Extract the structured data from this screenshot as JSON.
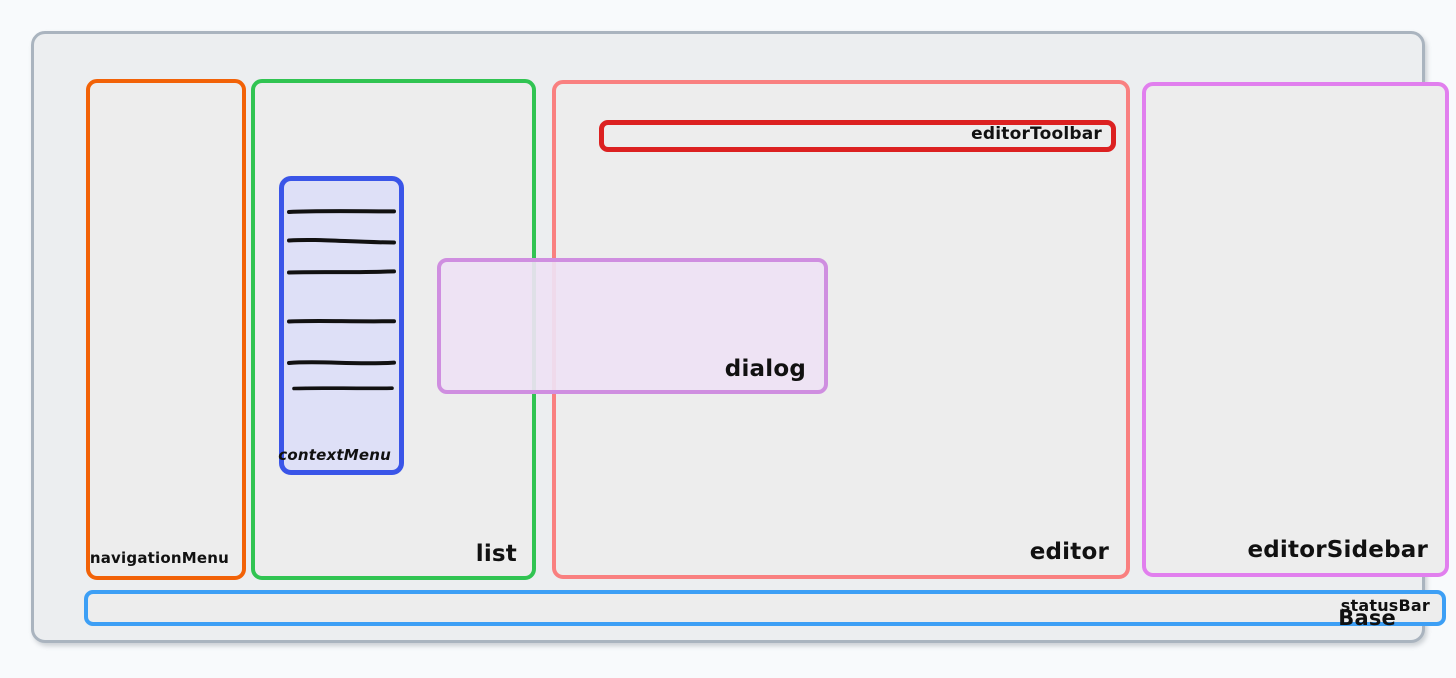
{
  "diagram": {
    "title": "Base",
    "background_color": "#f8fafc",
    "regions": [
      {
        "key": "base",
        "label": "Base",
        "border_color": "#aab4bf",
        "fill_color": "#eceef0"
      },
      {
        "key": "navigationMenu",
        "label": "navigationMenu",
        "border_color": "#f26207",
        "fill_color": "#ededed"
      },
      {
        "key": "list",
        "label": "list",
        "border_color": "#31c452",
        "fill_color": "#ededed"
      },
      {
        "key": "contextMenu",
        "label": "contextMenu",
        "border_color": "#3a55e8",
        "fill_color": "#dee0f7",
        "line_count": 6
      },
      {
        "key": "editor",
        "label": "editor",
        "border_color": "#f98080",
        "fill_color": "#ededed"
      },
      {
        "key": "editorToolbar",
        "label": "editorToolbar",
        "border_color": "#dc2121",
        "fill_color": "#ededed"
      },
      {
        "key": "editorSidebar",
        "label": "editorSidebar",
        "border_color": "#e17fee",
        "fill_color": "#ededed"
      },
      {
        "key": "dialog",
        "label": "dialog",
        "border_color": "#cf8ee0",
        "fill_color": "#eee2f4"
      },
      {
        "key": "statusBar",
        "label": "statusBar",
        "border_color": "#3d9ff5",
        "fill_color": "#ededed"
      }
    ]
  }
}
